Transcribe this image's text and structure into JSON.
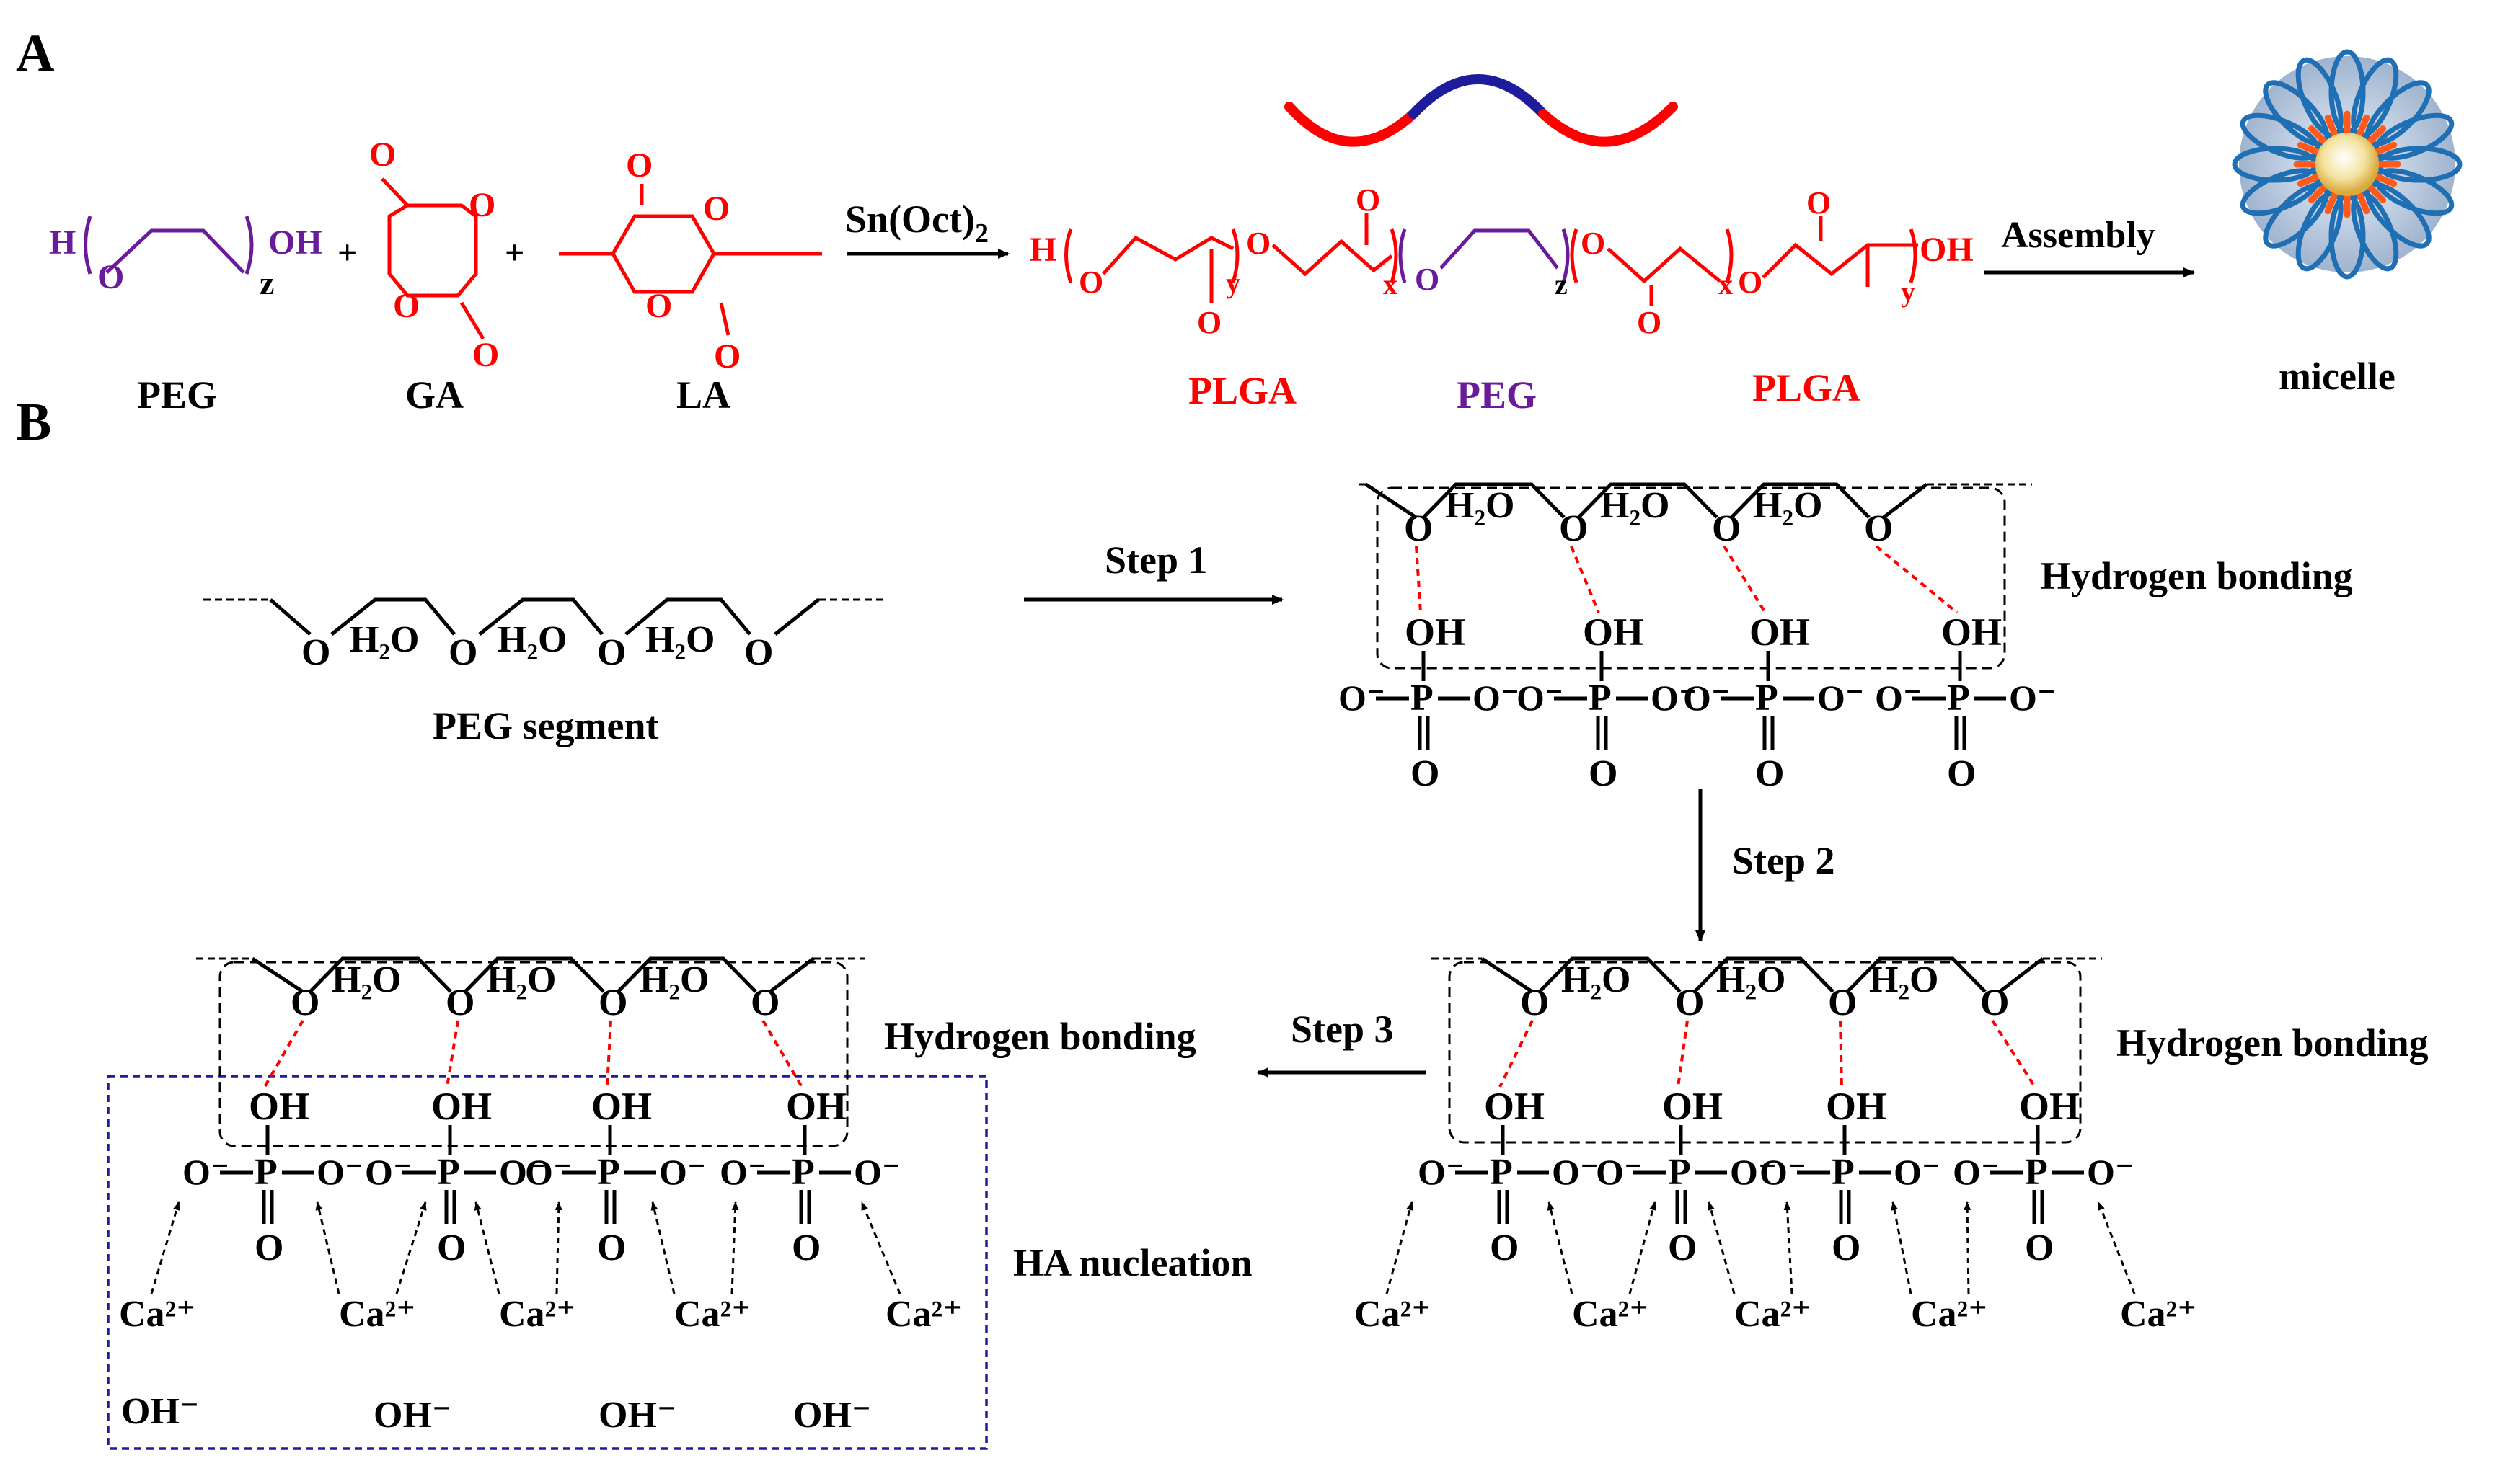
{
  "panel_a": {
    "label": "A",
    "reactant_labels": [
      "PEG",
      "GA",
      "LA"
    ],
    "plus": "+",
    "catalyst": "Sn(Oct)",
    "catalyst_sub": "2",
    "product_labels": {
      "left": "PLGA",
      "middle": "PEG",
      "right": "PLGA"
    },
    "assembly_label": "Assembly",
    "micelle_label": "micelle",
    "atoms": {
      "H": "H",
      "O": "O",
      "OH": "OH",
      "z": "z",
      "x": "x",
      "y": "y"
    }
  },
  "panel_b": {
    "label": "B",
    "step1": "Step 1",
    "step2": "Step 2",
    "step3": "Step 3",
    "peg_segment_label": "PEG segment",
    "hydrogen_bonding": "Hydrogen bonding",
    "ha_nucleation": "HA nucleation",
    "water": "H₂O",
    "hydroxyl": "OH",
    "phosphate_left": "O⁻",
    "phosphate_p": "P",
    "phosphate_right": "O⁻",
    "phosphate_bottom": "O",
    "calcium": "Ca²⁺",
    "hydroxide": "OH⁻"
  },
  "colors": {
    "red": "#ff0000",
    "purple": "#6a1b9a",
    "blue_box": "#1c1c9c",
    "micelle_blue": "#1f6fb4"
  }
}
